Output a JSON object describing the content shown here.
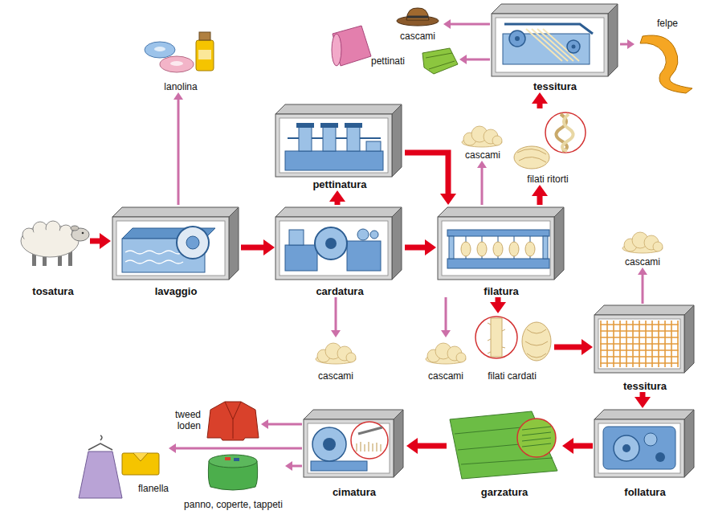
{
  "diagram": {
    "nodes": [
      {
        "text": [
          "tosatura"
        ]
      },
      {
        "text": [
          "lavaggio"
        ]
      },
      {
        "text": [
          "cardatura"
        ]
      },
      {
        "text": [
          "pettinatura"
        ]
      },
      {
        "text": [
          "filatura"
        ]
      },
      {
        "text": [
          "tessitura"
        ]
      },
      {
        "text": [
          "lanolina"
        ]
      },
      {
        "text": [
          "cascami"
        ]
      },
      {
        "text": [
          "cascami"
        ]
      },
      {
        "text": [
          "filati ritorti"
        ]
      },
      {
        "text": [
          "cascami"
        ]
      },
      {
        "text": [
          "pettinati"
        ]
      },
      {
        "text": [
          "felpe"
        ]
      },
      {
        "text": [
          "cascami"
        ]
      },
      {
        "text": [
          "filati cardati"
        ]
      },
      {
        "text": [
          "tessitura"
        ]
      },
      {
        "text": [
          "cascami"
        ]
      },
      {
        "text": [
          "follatura"
        ]
      },
      {
        "text": [
          "garzatura"
        ]
      },
      {
        "text": [
          "cimatura"
        ]
      },
      {
        "text": [
          "tweed loden"
        ]
      },
      {
        "text": [
          "flanella"
        ]
      },
      {
        "text": [
          "panno, coperte, tappeti"
        ]
      }
    ],
    "edges": [
      {
        "from": 0,
        "to": 1,
        "arrow": "to"
      },
      {
        "from": 1,
        "to": 6,
        "arrow": "to"
      },
      {
        "from": 1,
        "to": 2,
        "arrow": "to"
      },
      {
        "from": 2,
        "to": 3,
        "arrow": "to"
      },
      {
        "from": 2,
        "to": 7,
        "arrow": "to"
      },
      {
        "from": 2,
        "to": 4,
        "arrow": "to"
      },
      {
        "from": 3,
        "to": 4,
        "arrow": "to"
      },
      {
        "from": 4,
        "to": 8,
        "arrow": "to"
      },
      {
        "from": 4,
        "to": 9,
        "arrow": "to"
      },
      {
        "from": 9,
        "to": 5,
        "arrow": "to"
      },
      {
        "from": 5,
        "to": 10,
        "arrow": "to"
      },
      {
        "from": 5,
        "to": 11,
        "arrow": "to"
      },
      {
        "from": 5,
        "to": 12,
        "arrow": "to"
      },
      {
        "from": 4,
        "to": 13,
        "arrow": "to"
      },
      {
        "from": 4,
        "to": 14,
        "arrow": "to"
      },
      {
        "from": 14,
        "to": 15,
        "arrow": "to"
      },
      {
        "from": 15,
        "to": 16,
        "arrow": "to"
      },
      {
        "from": 15,
        "to": 17,
        "arrow": "to"
      },
      {
        "from": 17,
        "to": 18,
        "arrow": "to"
      },
      {
        "from": 18,
        "to": 19,
        "arrow": "to"
      },
      {
        "from": 19,
        "to": 20,
        "arrow": "to"
      },
      {
        "from": 19,
        "to": 21,
        "arrow": "to"
      },
      {
        "from": 19,
        "to": 22,
        "arrow": "to"
      }
    ]
  }
}
